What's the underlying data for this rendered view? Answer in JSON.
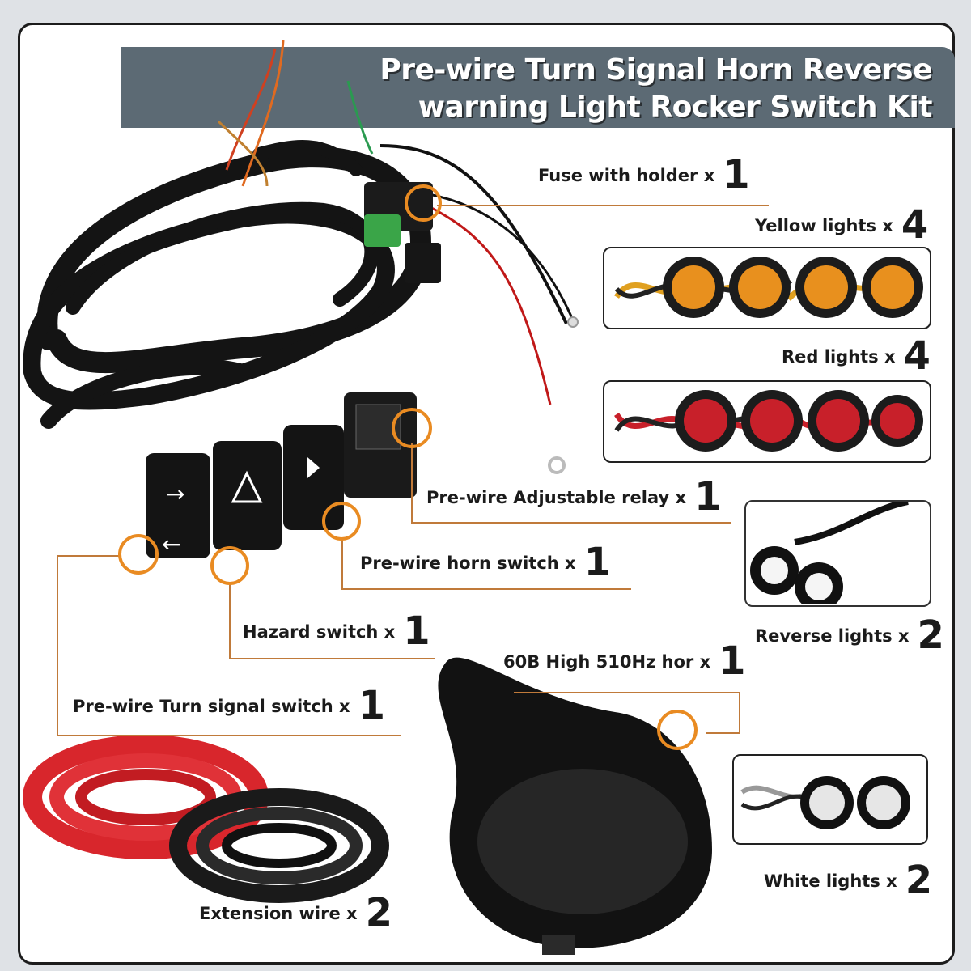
{
  "title": {
    "line1": "Pre-wire Turn Signal Horn Reverse",
    "line2": "warning Light Rocker Switch Kit"
  },
  "components": [
    {
      "name": "Fuse with holder x",
      "qty": "1"
    },
    {
      "name": "Yellow lights x",
      "qty": "4"
    },
    {
      "name": "Red lights x",
      "qty": "4"
    },
    {
      "name": "Pre-wire Adjustable relay x",
      "qty": "1"
    },
    {
      "name": "Pre-wire  horn switch x",
      "qty": "1"
    },
    {
      "name": "Reverse lights x",
      "qty": "2"
    },
    {
      "name": "Hazard switch x",
      "qty": "1"
    },
    {
      "name": "60B High 510Hz hor x",
      "qty": "1"
    },
    {
      "name": "Pre-wire Turn signal switch x",
      "qty": "1"
    },
    {
      "name": "White lights x",
      "qty": "2"
    },
    {
      "name": "Extension wire  x",
      "qty": "2"
    }
  ],
  "colors": {
    "banner": "#5c6a74",
    "callout_ring": "#e98b22",
    "leader_line": "#c07a3a",
    "amber_light": "#e8901e",
    "red_light": "#c8202a"
  }
}
